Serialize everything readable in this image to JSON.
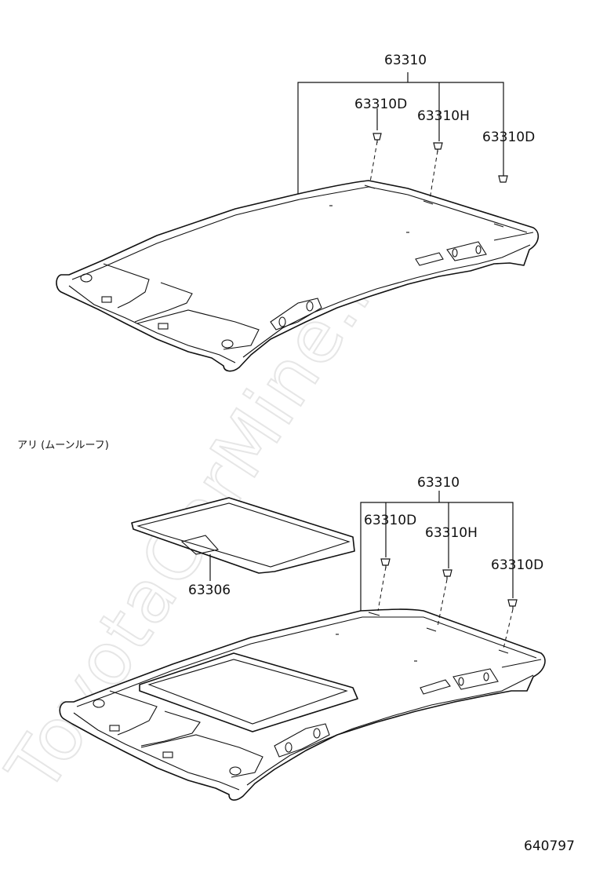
{
  "watermark": "ToyotaCarMine.ru",
  "upper_diagram": {
    "assembly_label": "63310",
    "clip_left_label": "63310D",
    "clip_center_label": "63310H",
    "clip_right_label": "63310D"
  },
  "lower_diagram": {
    "condition_note": "アリ (ムーンルーフ)",
    "assembly_label": "63310",
    "clip_left_label": "63310D",
    "clip_center_label": "63310H",
    "clip_right_label": "63310D",
    "sunroof_panel_label": "63306"
  },
  "figure_number": "640797"
}
